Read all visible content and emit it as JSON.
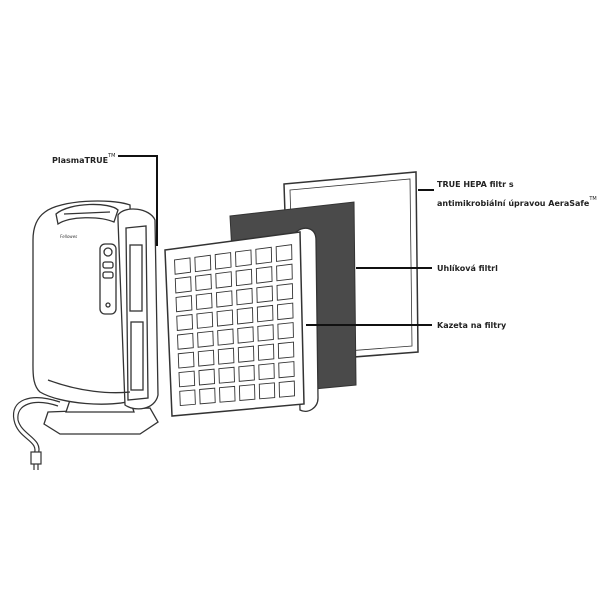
{
  "labels": {
    "plasma": {
      "text": "PlasmaTRUE",
      "tm": "TM"
    },
    "hepa": {
      "line1": "TRUE HEPA filtr s",
      "line2": "antimikrobiální úpravou AeraSafe",
      "tm": "TM"
    },
    "carbon": "Uhlíková filtrl",
    "cassette": "Kazeta na filtry"
  },
  "device": {
    "brand": "Fellowes"
  },
  "grid": {
    "columns": 6,
    "rows": 8
  },
  "colors": {
    "line": "#111111",
    "carbon": "#4a4a4a",
    "outline": "#333333"
  }
}
